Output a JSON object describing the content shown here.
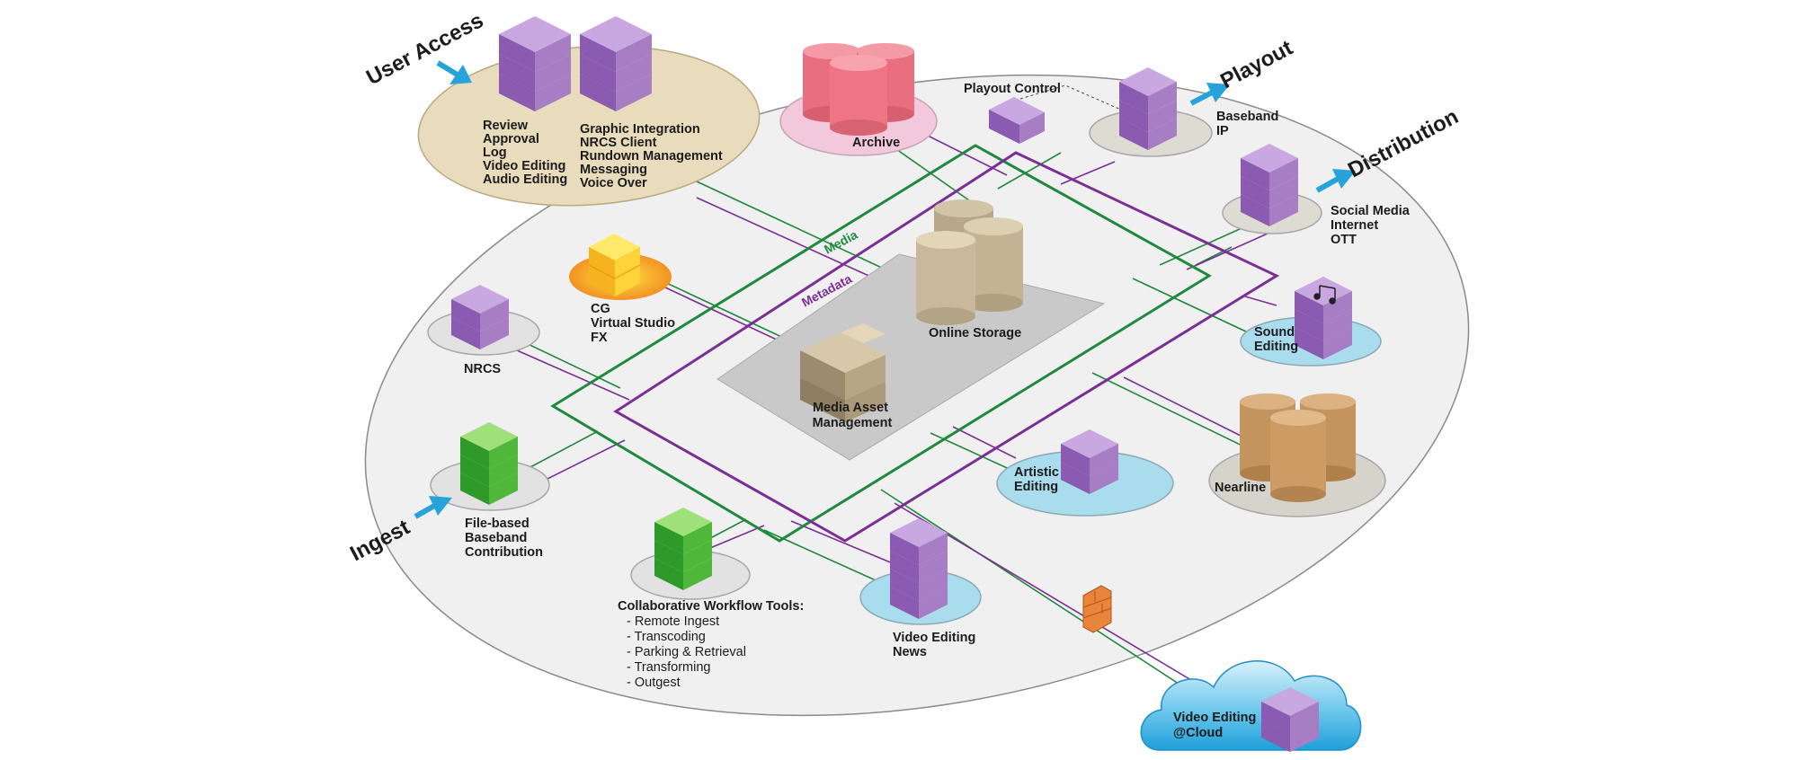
{
  "colors": {
    "media_line": "#1f8a3e",
    "metadata_line": "#7b2f95",
    "cube_purple": "#a77dc4",
    "cube_green": "#4fb83a",
    "arrow_blue": "#27a3dc",
    "tan_ellipse": "#e8dcbc",
    "grey_ellipse": "#e2e2e2",
    "blue_ellipse": "#a9dcec",
    "pink_ellipse": "#f4c8dc"
  },
  "icons": [
    "server-stack-icon",
    "storage-cylinder-icon",
    "firewall-icon",
    "cloud-icon",
    "arrow-icon"
  ],
  "labels": {
    "user_access": "User Access",
    "playout": "Playout",
    "distribution": "Distribution",
    "ingest": "Ingest",
    "media": "Media",
    "metadata": "Metadata"
  },
  "nodes": {
    "user_access_left": [
      "Review",
      "Approval",
      "Log",
      "Video Editing",
      "Audio Editing"
    ],
    "user_access_right": [
      "Graphic Integration",
      "NRCS Client",
      "Rundown Management",
      "Messaging",
      "Voice Over"
    ],
    "archive": "Archive",
    "playout_control": "Playout Control",
    "playout_outputs": [
      "Baseband",
      "IP"
    ],
    "distribution_outputs": [
      "Social Media",
      "Internet",
      "OTT"
    ],
    "cg": [
      "CG",
      "Virtual Studio",
      "FX"
    ],
    "nrcs": "NRCS",
    "online_storage": "Online Storage",
    "mam": [
      "Media Asset",
      "Management"
    ],
    "sound_editing": [
      "Sound",
      "Editing"
    ],
    "nearline": "Nearline",
    "artistic_editing": [
      "Artistic",
      "Editing"
    ],
    "ingest_sources": [
      "File-based",
      "Baseband",
      "Contribution"
    ],
    "collab_title": "Collaborative Workflow Tools:",
    "collab_items": [
      "- Remote Ingest",
      "- Transcoding",
      "- Parking & Retrieval",
      "- Transforming",
      "- Outgest"
    ],
    "video_editing_news": [
      "Video Editing",
      "News"
    ],
    "video_editing_cloud": [
      "Video Editing",
      "@Cloud"
    ]
  }
}
